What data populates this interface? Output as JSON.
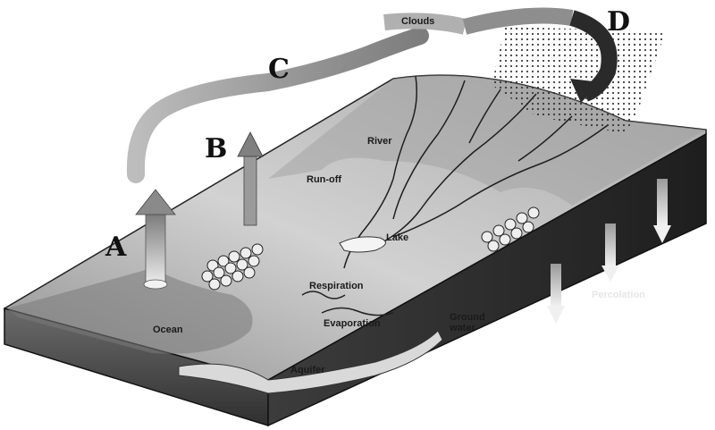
{
  "labels": {
    "clouds": "Clouds",
    "letter_a": "A",
    "letter_b": "B",
    "letter_c": "C",
    "letter_d": "D",
    "river": "River",
    "runoff": "Run-off",
    "lake": "Lake",
    "respiration": "Respiration",
    "evaporation": "Evaporation",
    "ocean": "Ocean",
    "ground_water": "Ground\nwater",
    "aquifer": "Aquifer",
    "percolation": "Percolation"
  },
  "colors": {
    "ink": "#111111",
    "land_light": "#c8c8c8",
    "land_dark": "#5a5a5a",
    "arrow": "#8a8a8a"
  }
}
